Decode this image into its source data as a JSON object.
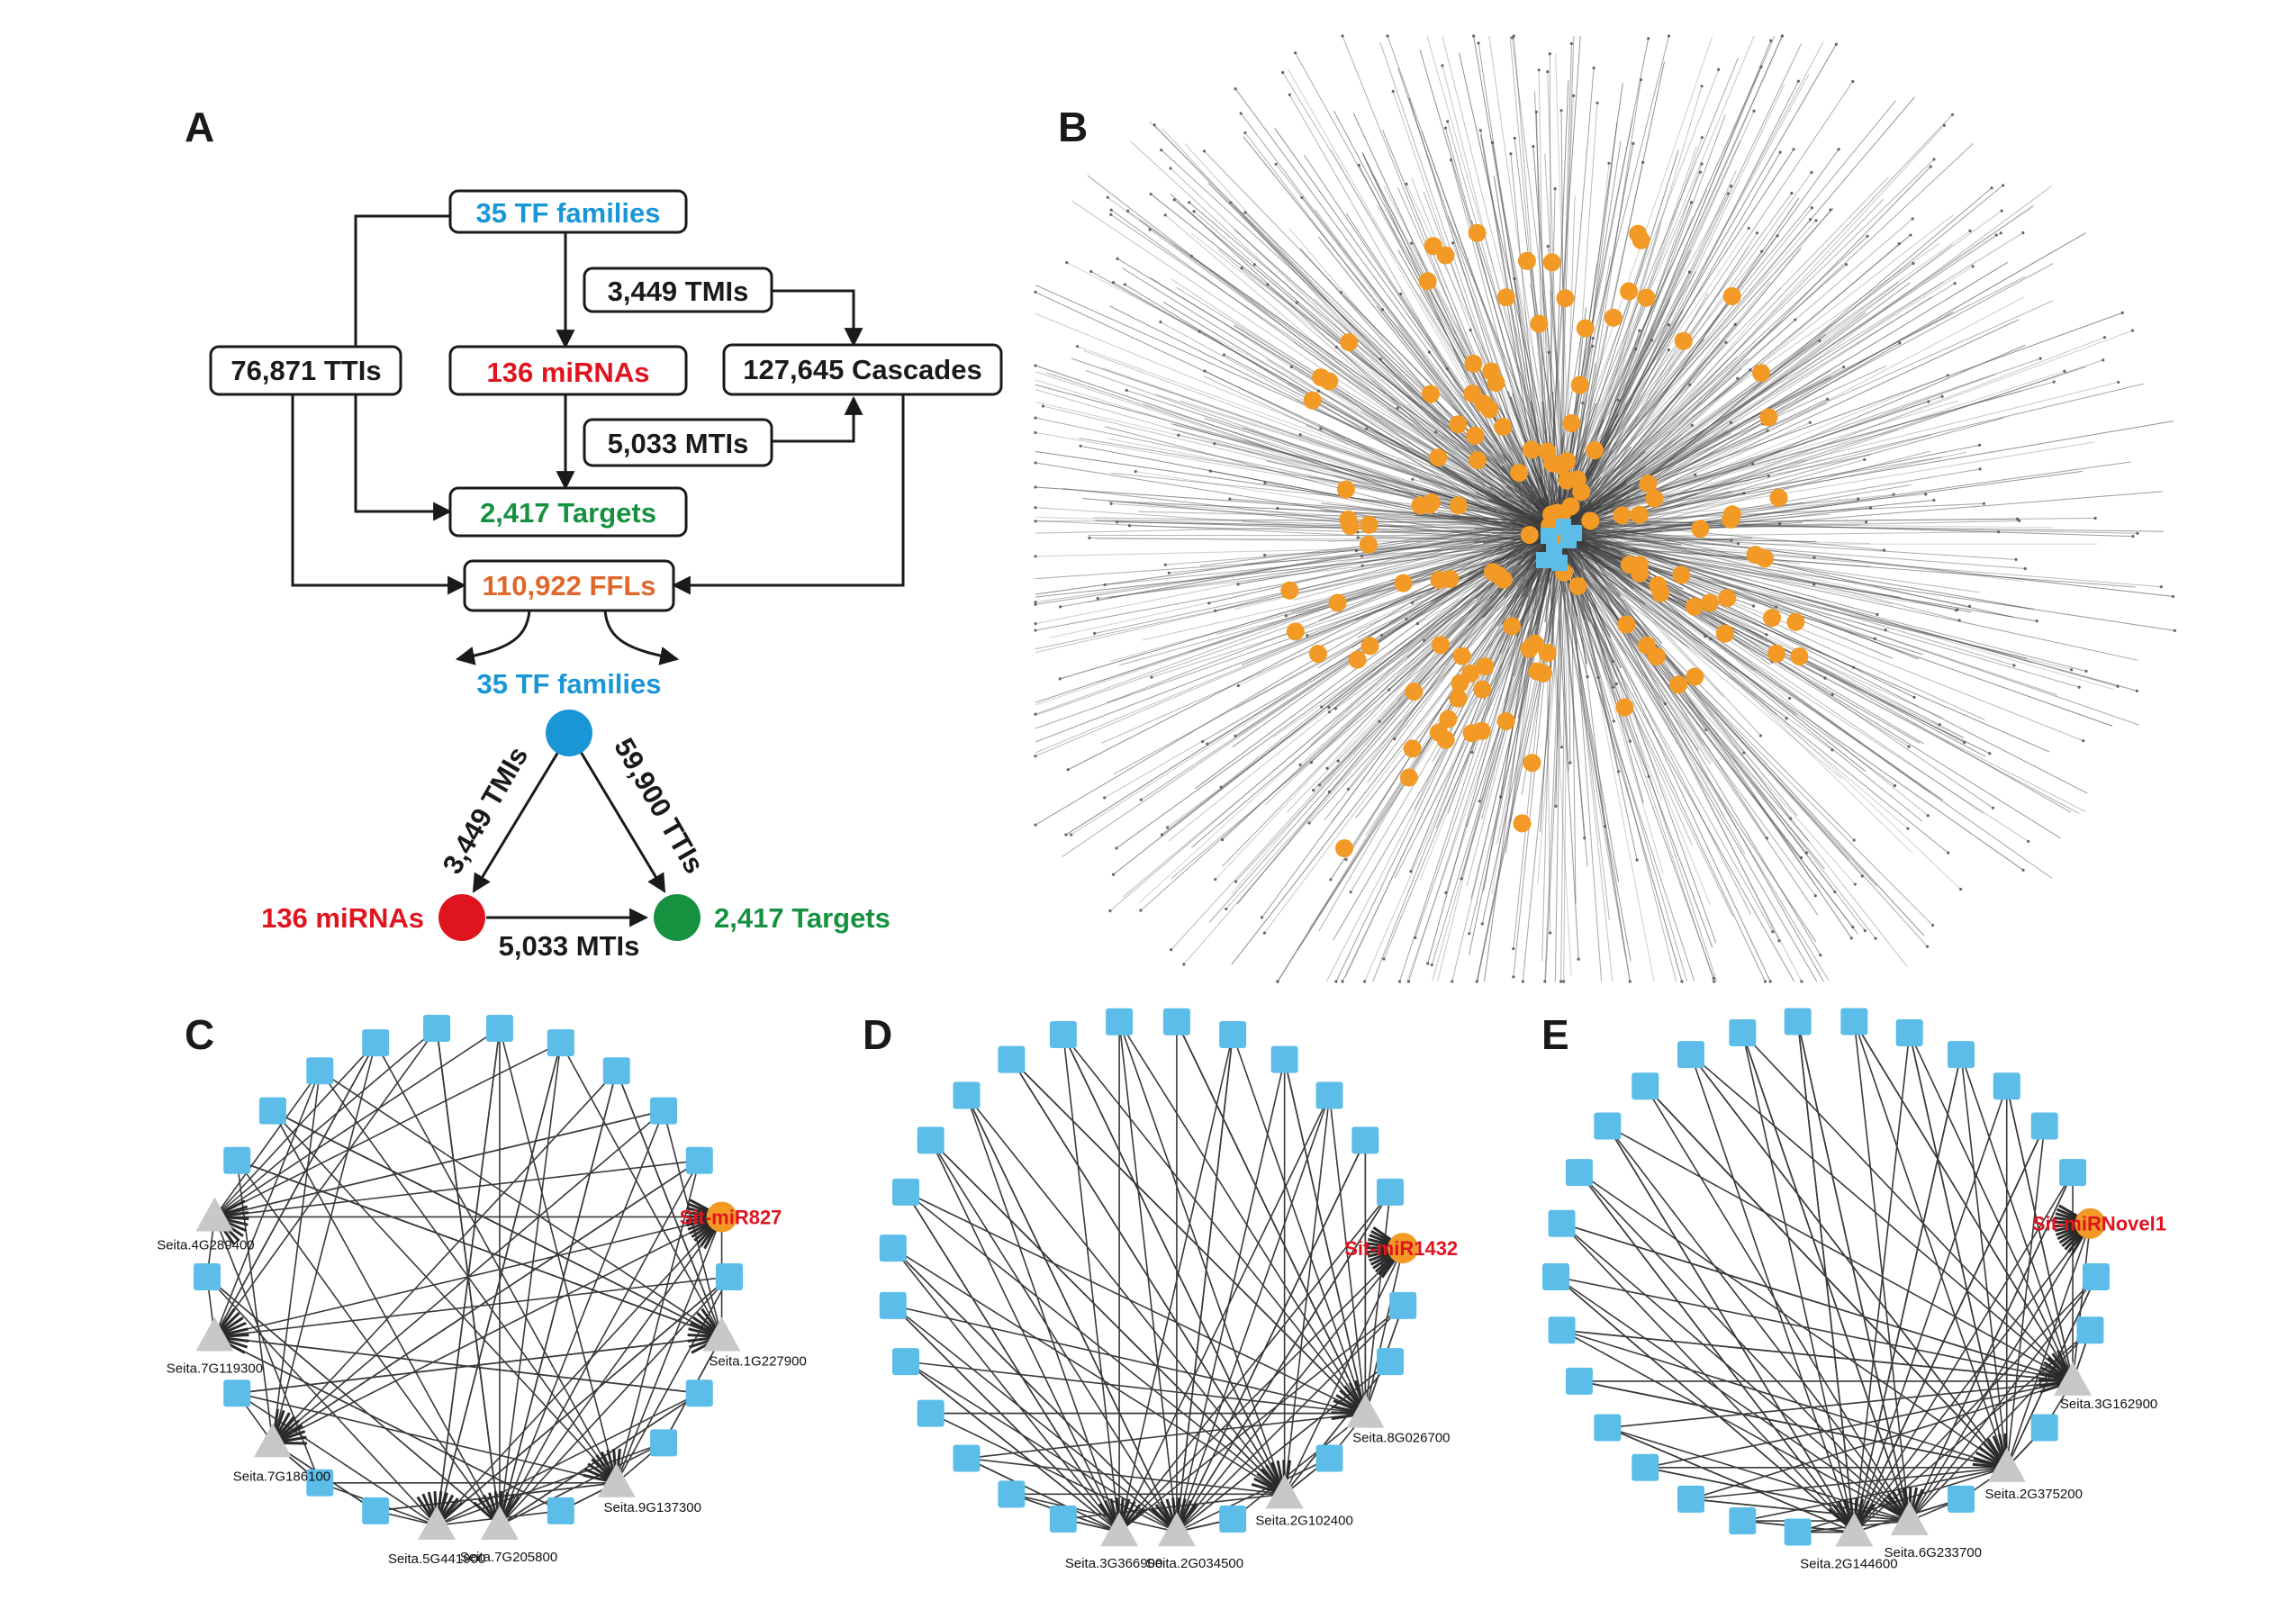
{
  "colors": {
    "tf": "#1996d6",
    "mirna": "#e0141e",
    "target": "#15913f",
    "ffl": "#e0672a",
    "text": "#1a1a1a",
    "orange_node": "#f29a25",
    "blue_node": "#5bbde8",
    "gray_node": "#c8c8c8",
    "edge": "#3a3a3a"
  },
  "panels": {
    "A": "A",
    "B": "B",
    "C": "C",
    "D": "D",
    "E": "E"
  },
  "flow": {
    "tf_families": "35 TF families",
    "tmis": "3,449 TMIs",
    "ttis": "76,871 TTIs",
    "mirnas": "136 miRNAs",
    "cascades": "127,645 Cascades",
    "mtis": "5,033 MTIs",
    "targets": "2,417 Targets",
    "ffls": "110,922 FFLs"
  },
  "triangle": {
    "tf": "35 TF families",
    "mirna": "136 miRNAs",
    "target": "2,417 Targets",
    "edge_tmi": "3,449 TMIs",
    "edge_tti": "59,900 TTIs",
    "edge_mti": "5,033 MTIs"
  },
  "networks": [
    {
      "panel": "C",
      "mirna": "Sit-miR827",
      "targets": [
        "Seita.4G289400",
        "Seita.1G227900",
        "Seita.7G119300",
        "Seita.9G137300",
        "Seita.7G186100",
        "Seita.5G441900",
        "Seita.7G205800"
      ]
    },
    {
      "panel": "D",
      "mirna": "Sit-miR1432",
      "targets": [
        "Seita.8G026700",
        "Seita.2G102400",
        "Seita.3G366900",
        "Seita.2G034500"
      ]
    },
    {
      "panel": "E",
      "mirna": "Sit-miRNovel1",
      "targets": [
        "Seita.3G162900",
        "Seita.2G375200",
        "Seita.6G233700",
        "Seita.2G144600"
      ]
    }
  ]
}
